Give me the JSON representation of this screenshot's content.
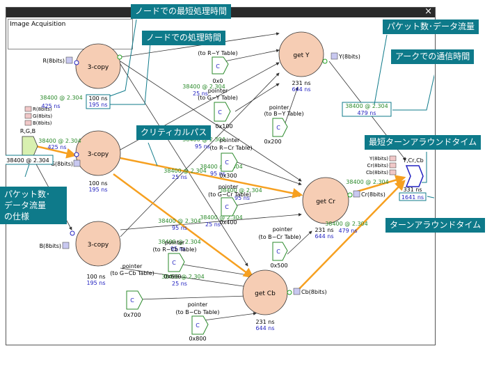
{
  "window": {
    "title": "Image Acquisition",
    "close_glyph": "×"
  },
  "callouts": {
    "min_node_time": "ノードでの最短処理時間",
    "node_time": "ノードでの処理時間",
    "packet_flow_top": "パケット数･データ流量",
    "arc_comm_time": "アークでの通信時間",
    "critical_path": "クリティカルパス",
    "min_turnaround": "最短ターンアラウンドタイム",
    "packet_spec_1": "パケット数･",
    "packet_spec_2": "データ流量",
    "packet_spec_3": "の仕様",
    "turnaround": "ターンアラウンドタイム"
  },
  "nodes": {
    "copy1": {
      "label": "3-copy",
      "t1": "100 ns",
      "t2": "195 ns"
    },
    "copy2": {
      "label": "3-copy",
      "t1": "100 ns",
      "t2": "195 ns"
    },
    "copy3": {
      "label": "3-copy",
      "t1": "100 ns",
      "t2": "195 ns"
    },
    "gety": {
      "label": "get Y",
      "t1": "231 ns",
      "t2": "644 ns"
    },
    "getcr": {
      "label": "get Cr",
      "t1": "231 ns",
      "t2": "644 ns"
    },
    "getcb": {
      "label": "get Cb",
      "t1": "231 ns",
      "t2": "644 ns"
    }
  },
  "ports": {
    "r_in": "R(8bits)",
    "g_in": "G(8bits)",
    "b_in": "B(8bits)",
    "y_out": "Y(8bits)",
    "cr_out": "Cr(8bits)",
    "cb_out": "Cb(8bits)",
    "src_r": "R(8bits)",
    "src_g": "G(8bits)",
    "src_b": "B(8bits)",
    "src_name": "R,G,B",
    "snk_y": "Y(8bits)",
    "snk_cr": "Cr(8bits)",
    "snk_cb": "Cb(8bits)",
    "snk_name": "Y,Cr,Cb"
  },
  "source": {
    "spec": "38400 @ 2.304"
  },
  "sink": {
    "spec": "38400 @ 2.304",
    "t1": "331 ns",
    "t2": "1641 ns"
  },
  "arcs": {
    "a1": "38400 @ 2.304",
    "a1t": "425 ns",
    "a2": "38400 @ 2.304",
    "a2t": "425 ns",
    "a3": "38400 @ 2.304",
    "a3t": "25 ns",
    "a4": "38400 @ 2.304",
    "a4t": "25 ns",
    "a5": "38400 @ 2.304",
    "a5t": "95 ns",
    "a6": "38400 @ 2.304",
    "a6t": "95 ns",
    "a7": "38400 @ 2.304",
    "a7t": "25 ns",
    "a8": "38400 @ 2.304",
    "a8t": "95 ns",
    "a9": "38400 @ 2.304",
    "a9t": "25 ns",
    "a10": "38400 @ 2.304",
    "a10t": "479 ns",
    "a11": "38400 @ 2.304",
    "a11t": "479 ns",
    "a12": "38400 @ 2.304",
    "a12t": "95 ns",
    "a13": "38400 @ 2.304",
    "a13t": "95 ns"
  },
  "consts": {
    "c1": {
      "label": "pointer",
      "sub": "(to R−Y Table)",
      "val": "0x0",
      "glyph": "C"
    },
    "c2": {
      "label": "pointer",
      "sub": "(to G−Y Table)",
      "val": "0x100",
      "glyph": "C"
    },
    "c3": {
      "label": "pointer",
      "sub": "(to B−Y Table)",
      "val": "0x200",
      "glyph": "C"
    },
    "c4": {
      "label": "pointer",
      "sub": "(to R−Cr Table)",
      "val": "0x300",
      "glyph": "C"
    },
    "c5": {
      "label": "pointer",
      "sub": "(to G−Cr Table)",
      "val": "0x400",
      "glyph": "C"
    },
    "c6": {
      "label": "pointer",
      "sub": "(to B−Cr Table)",
      "val": "0x500",
      "glyph": "C"
    },
    "c7": {
      "label": "pointer",
      "sub": "(to R−Cb Table)",
      "val": "0x600",
      "glyph": "C"
    },
    "c8": {
      "label": "pointer",
      "sub": "(to G−Cb Table)",
      "val": "0x700",
      "glyph": "C"
    },
    "c9": {
      "label": "pointer",
      "sub": "(to B−Cb Table)",
      "val": "0x800",
      "glyph": "C"
    }
  },
  "colors": {
    "node_fill": "#f6cdb4",
    "critical": "#f6a020",
    "port": "#2020c0",
    "callout": "#0e7a8a"
  }
}
